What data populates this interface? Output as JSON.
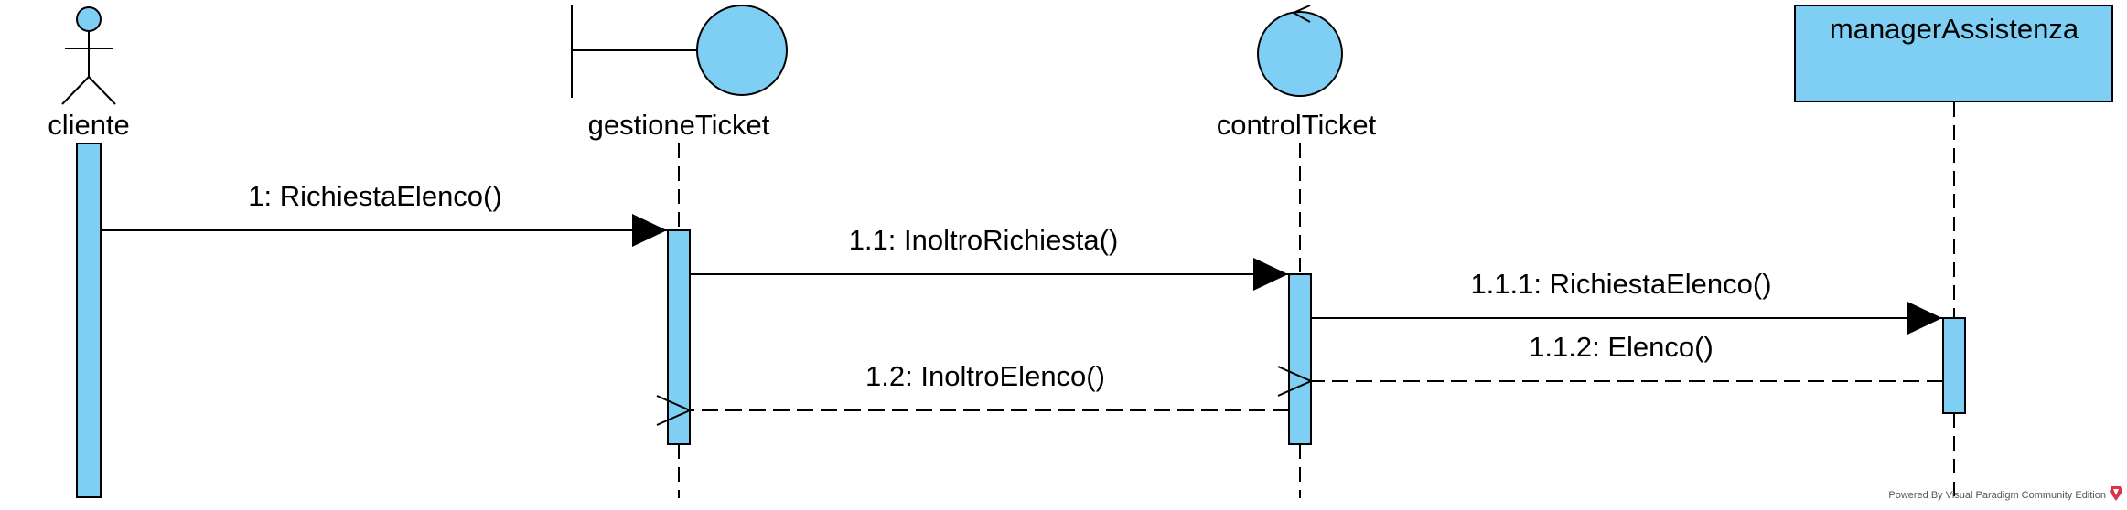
{
  "colors": {
    "fill": "#7ecff3",
    "stroke": "#000000",
    "background": "#ffffff"
  },
  "participants": [
    {
      "id": "cliente",
      "name": "cliente",
      "kind": "actor"
    },
    {
      "id": "gestioneTicket",
      "name": "gestioneTicket",
      "kind": "boundary"
    },
    {
      "id": "controlTicket",
      "name": "controlTicket",
      "kind": "control"
    },
    {
      "id": "managerAssistenza",
      "name": "managerAssistenza",
      "kind": "lifeline-box"
    }
  ],
  "messages": [
    {
      "label": "1: RichiestaElenco()",
      "from": "cliente",
      "to": "gestioneTicket",
      "type": "call"
    },
    {
      "label": "1.1: InoltroRichiesta()",
      "from": "gestioneTicket",
      "to": "controlTicket",
      "type": "call"
    },
    {
      "label": "1.1.1: RichiestaElenco()",
      "from": "controlTicket",
      "to": "managerAssistenza",
      "type": "call"
    },
    {
      "label": "1.1.2: Elenco()",
      "from": "managerAssistenza",
      "to": "controlTicket",
      "type": "return"
    },
    {
      "label": "1.2: InoltroElenco()",
      "from": "controlTicket",
      "to": "gestioneTicket",
      "type": "return"
    }
  ],
  "watermark": {
    "text": "Powered By Visual Paradigm Community Edition",
    "icon": "visual-paradigm-logo-icon"
  }
}
